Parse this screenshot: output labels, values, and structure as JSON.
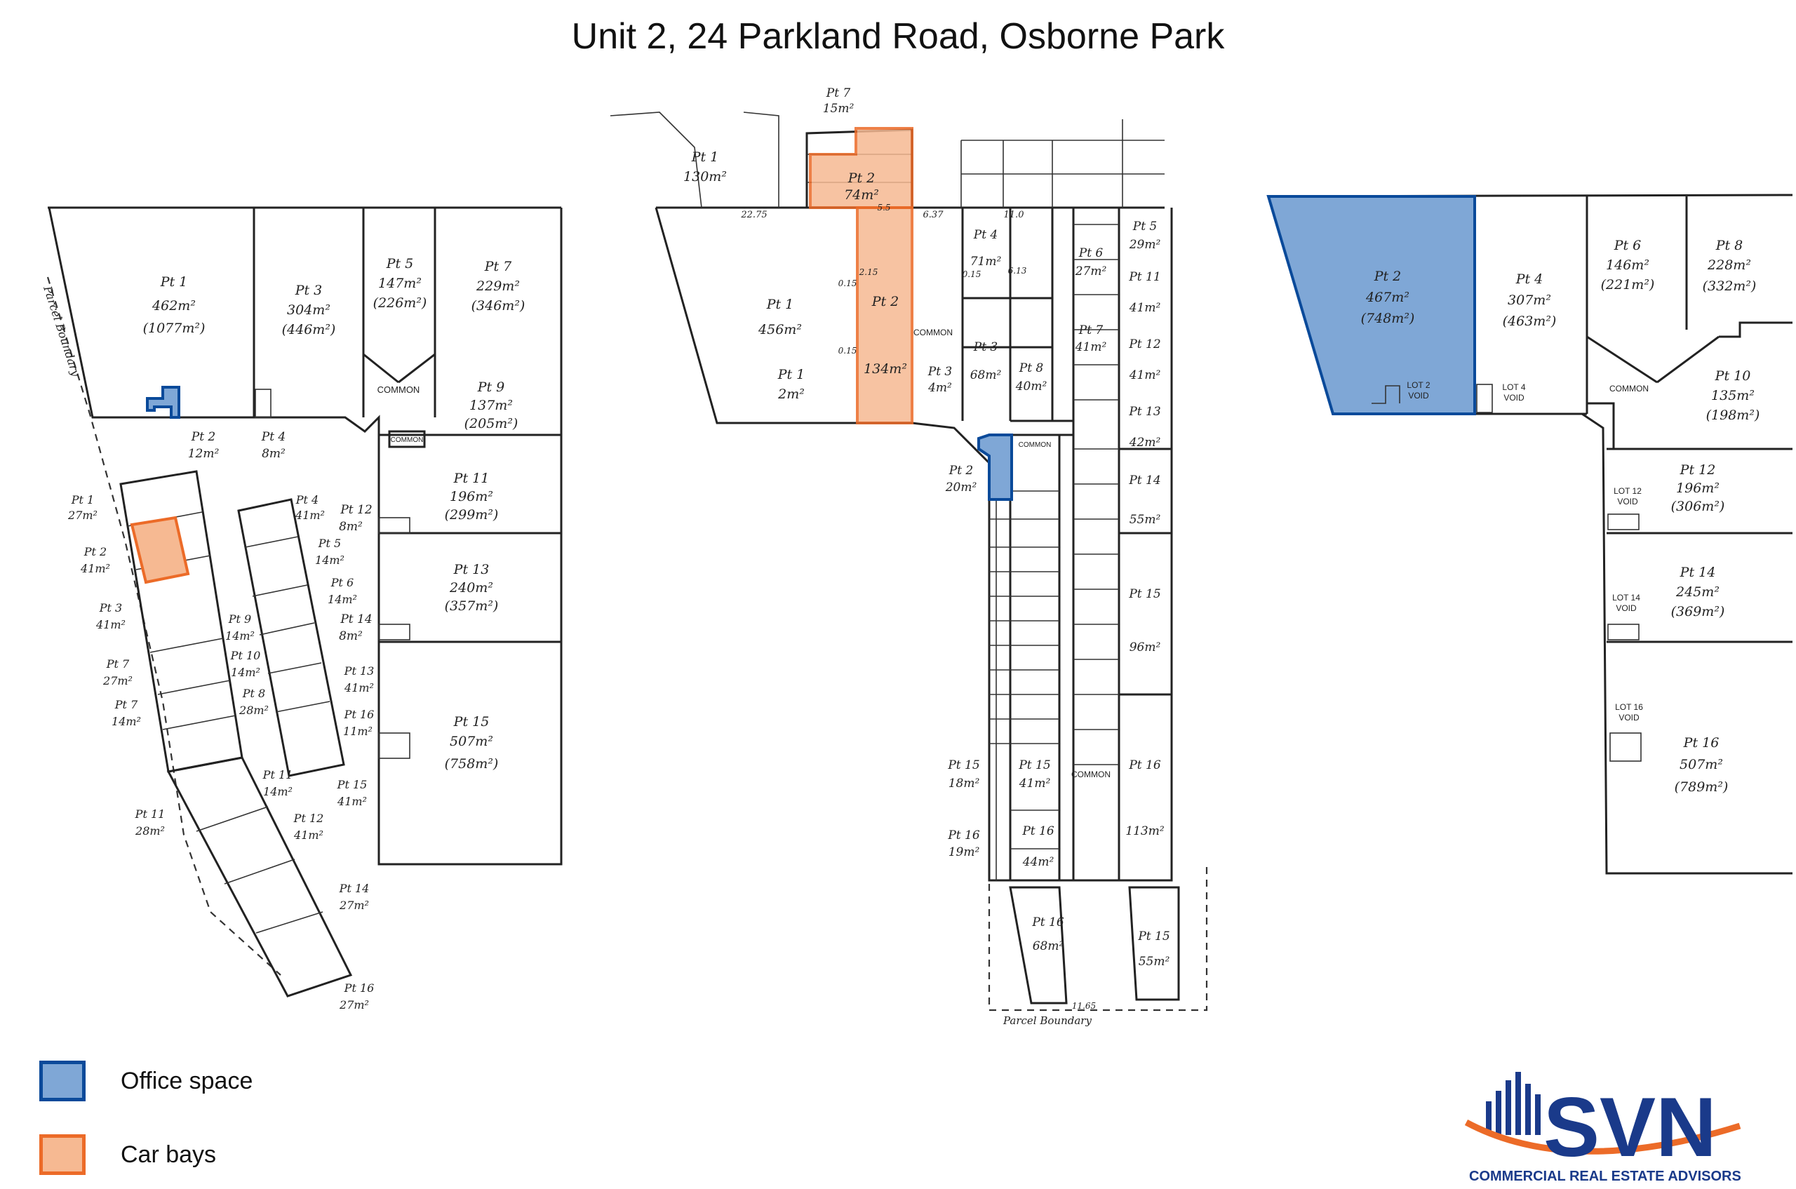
{
  "title": "Unit 2, 24 Parkland Road, Osborne Park",
  "colors": {
    "office": "#7fa7d6",
    "office_border": "#0a4a9a",
    "car": "#f6b992",
    "car_border": "#ec6b28",
    "logo_blue": "#1a3a8a",
    "logo_orange": "#ec6b28"
  },
  "legend": {
    "office_label": "Office space",
    "car_label": "Car bays"
  },
  "logo": {
    "name": "SVN",
    "tagline": "COMMERCIAL REAL ESTATE ADVISORS"
  },
  "left_plan": {
    "pt1": [
      "Pt 1",
      "462m²",
      "(1077m²)"
    ],
    "pt3": [
      "Pt 3",
      "304m²",
      "(446m²)"
    ],
    "pt5": [
      "Pt 5",
      "147m²",
      "(226m²)"
    ],
    "pt7": [
      "Pt 7",
      "229m²",
      "(346m²)"
    ],
    "pt9": [
      "Pt 9",
      "137m²",
      "(205m²)"
    ],
    "pt11": [
      "Pt 11",
      "196m²",
      "(299m²)"
    ],
    "pt13": [
      "Pt 13",
      "240m²",
      "(357m²)"
    ],
    "pt15": [
      "Pt 15",
      "507m²",
      "(758m²)"
    ],
    "pt2": [
      "Pt 2",
      "12m²"
    ],
    "pt4": [
      "Pt 4",
      "8m²"
    ],
    "pt12": [
      "Pt 12",
      "8m²"
    ],
    "pt14": [
      "Pt 14",
      "8m²"
    ],
    "common": "COMMON",
    "boundary": "Parcel Boundary",
    "car_lots": [
      [
        "Pt 1",
        "27m²"
      ],
      [
        "Pt 2",
        "41m²"
      ],
      [
        "Pt 3",
        "41m²"
      ],
      [
        "Pt 4",
        "41m²"
      ],
      [
        "Pt 5",
        "14m²"
      ],
      [
        "Pt 6",
        "14m²"
      ],
      [
        "Pt 7",
        "27m²"
      ],
      [
        "Pt 7",
        "14m²"
      ],
      [
        "Pt 8",
        "28m²"
      ],
      [
        "Pt 9",
        "14m²"
      ],
      [
        "Pt 10",
        "14m²"
      ],
      [
        "Pt 11",
        "28m²"
      ],
      [
        "Pt 11",
        "14m²"
      ],
      [
        "Pt 12",
        "41m²"
      ],
      [
        "Pt 13",
        "41m²"
      ],
      [
        "Pt 14",
        "27m²"
      ],
      [
        "Pt 15",
        "41m²"
      ],
      [
        "Pt 16",
        "11m²"
      ],
      [
        "Pt 16",
        "27m²"
      ]
    ]
  },
  "middle_plan": {
    "pt1": [
      "Pt 1",
      "456m²"
    ],
    "pt1b": [
      "Pt 1",
      "2m²"
    ],
    "pt2_car": [
      "Pt 2",
      "134m²"
    ],
    "pt2_top": [
      "Pt 2",
      "74m²"
    ],
    "pt7": [
      "Pt 7",
      "15m²"
    ],
    "pt1_top": [
      "Pt 1",
      "130m²"
    ],
    "pt2_office": [
      "Pt 2",
      "20m²"
    ],
    "pt3": [
      "Pt 3",
      "4m²"
    ],
    "pt3b": [
      "Pt 3",
      "68m²"
    ],
    "pt4": [
      "Pt 4",
      "71m²"
    ],
    "pt6": [
      "Pt 6",
      "27m²"
    ],
    "pt7b": [
      "Pt 7",
      "41m²"
    ],
    "pt8": [
      "Pt 8",
      "40m²"
    ],
    "pt5": [
      "Pt 5",
      "29m²"
    ],
    "pt11": [
      "Pt 11",
      "41m²"
    ],
    "pt12": [
      "Pt 12",
      "41m²"
    ],
    "pt13": [
      "Pt 13",
      "42m²"
    ],
    "pt14": [
      "Pt 14",
      "55m²"
    ],
    "pt15": [
      "Pt 15",
      "96m²"
    ],
    "pt16": [
      "Pt 16",
      "113m²"
    ],
    "pt15b": [
      "Pt 15",
      "18m²"
    ],
    "pt15c": [
      "Pt 15",
      "41m²"
    ],
    "pt16b": [
      "Pt 16",
      "19m²"
    ],
    "pt16c": [
      "Pt 16",
      "44m²"
    ],
    "pt16d": [
      "Pt 16",
      "68m²"
    ],
    "pt15d": [
      "Pt 15",
      "55m²"
    ],
    "common": "COMMON",
    "boundary": "Parcel Boundary",
    "dims": [
      "22.75",
      "6.37",
      "11.0",
      "0.15",
      "0.15",
      "0.15",
      "2.15",
      "6.13",
      "5.5",
      "11.65"
    ]
  },
  "right_plan": {
    "pt2": [
      "Pt 2",
      "467m²",
      "(748m²)"
    ],
    "pt4": [
      "Pt 4",
      "307m²",
      "(463m²)"
    ],
    "pt6": [
      "Pt 6",
      "146m²",
      "(221m²)"
    ],
    "pt8": [
      "Pt 8",
      "228m²",
      "(332m²)"
    ],
    "pt10": [
      "Pt 10",
      "135m²",
      "(198m²)"
    ],
    "pt12": [
      "Pt 12",
      "196m²",
      "(306m²)"
    ],
    "pt14": [
      "Pt 14",
      "245m²",
      "(369m²)"
    ],
    "pt16": [
      "Pt 16",
      "507m²",
      "(789m²)"
    ],
    "lot2": [
      "LOT 2",
      "VOID"
    ],
    "lot4": [
      "LOT 4",
      "VOID"
    ],
    "lot12": [
      "LOT 12",
      "VOID"
    ],
    "lot14": [
      "LOT 14",
      "VOID"
    ],
    "lot16": [
      "LOT 16",
      "VOID"
    ],
    "common": "COMMON"
  }
}
